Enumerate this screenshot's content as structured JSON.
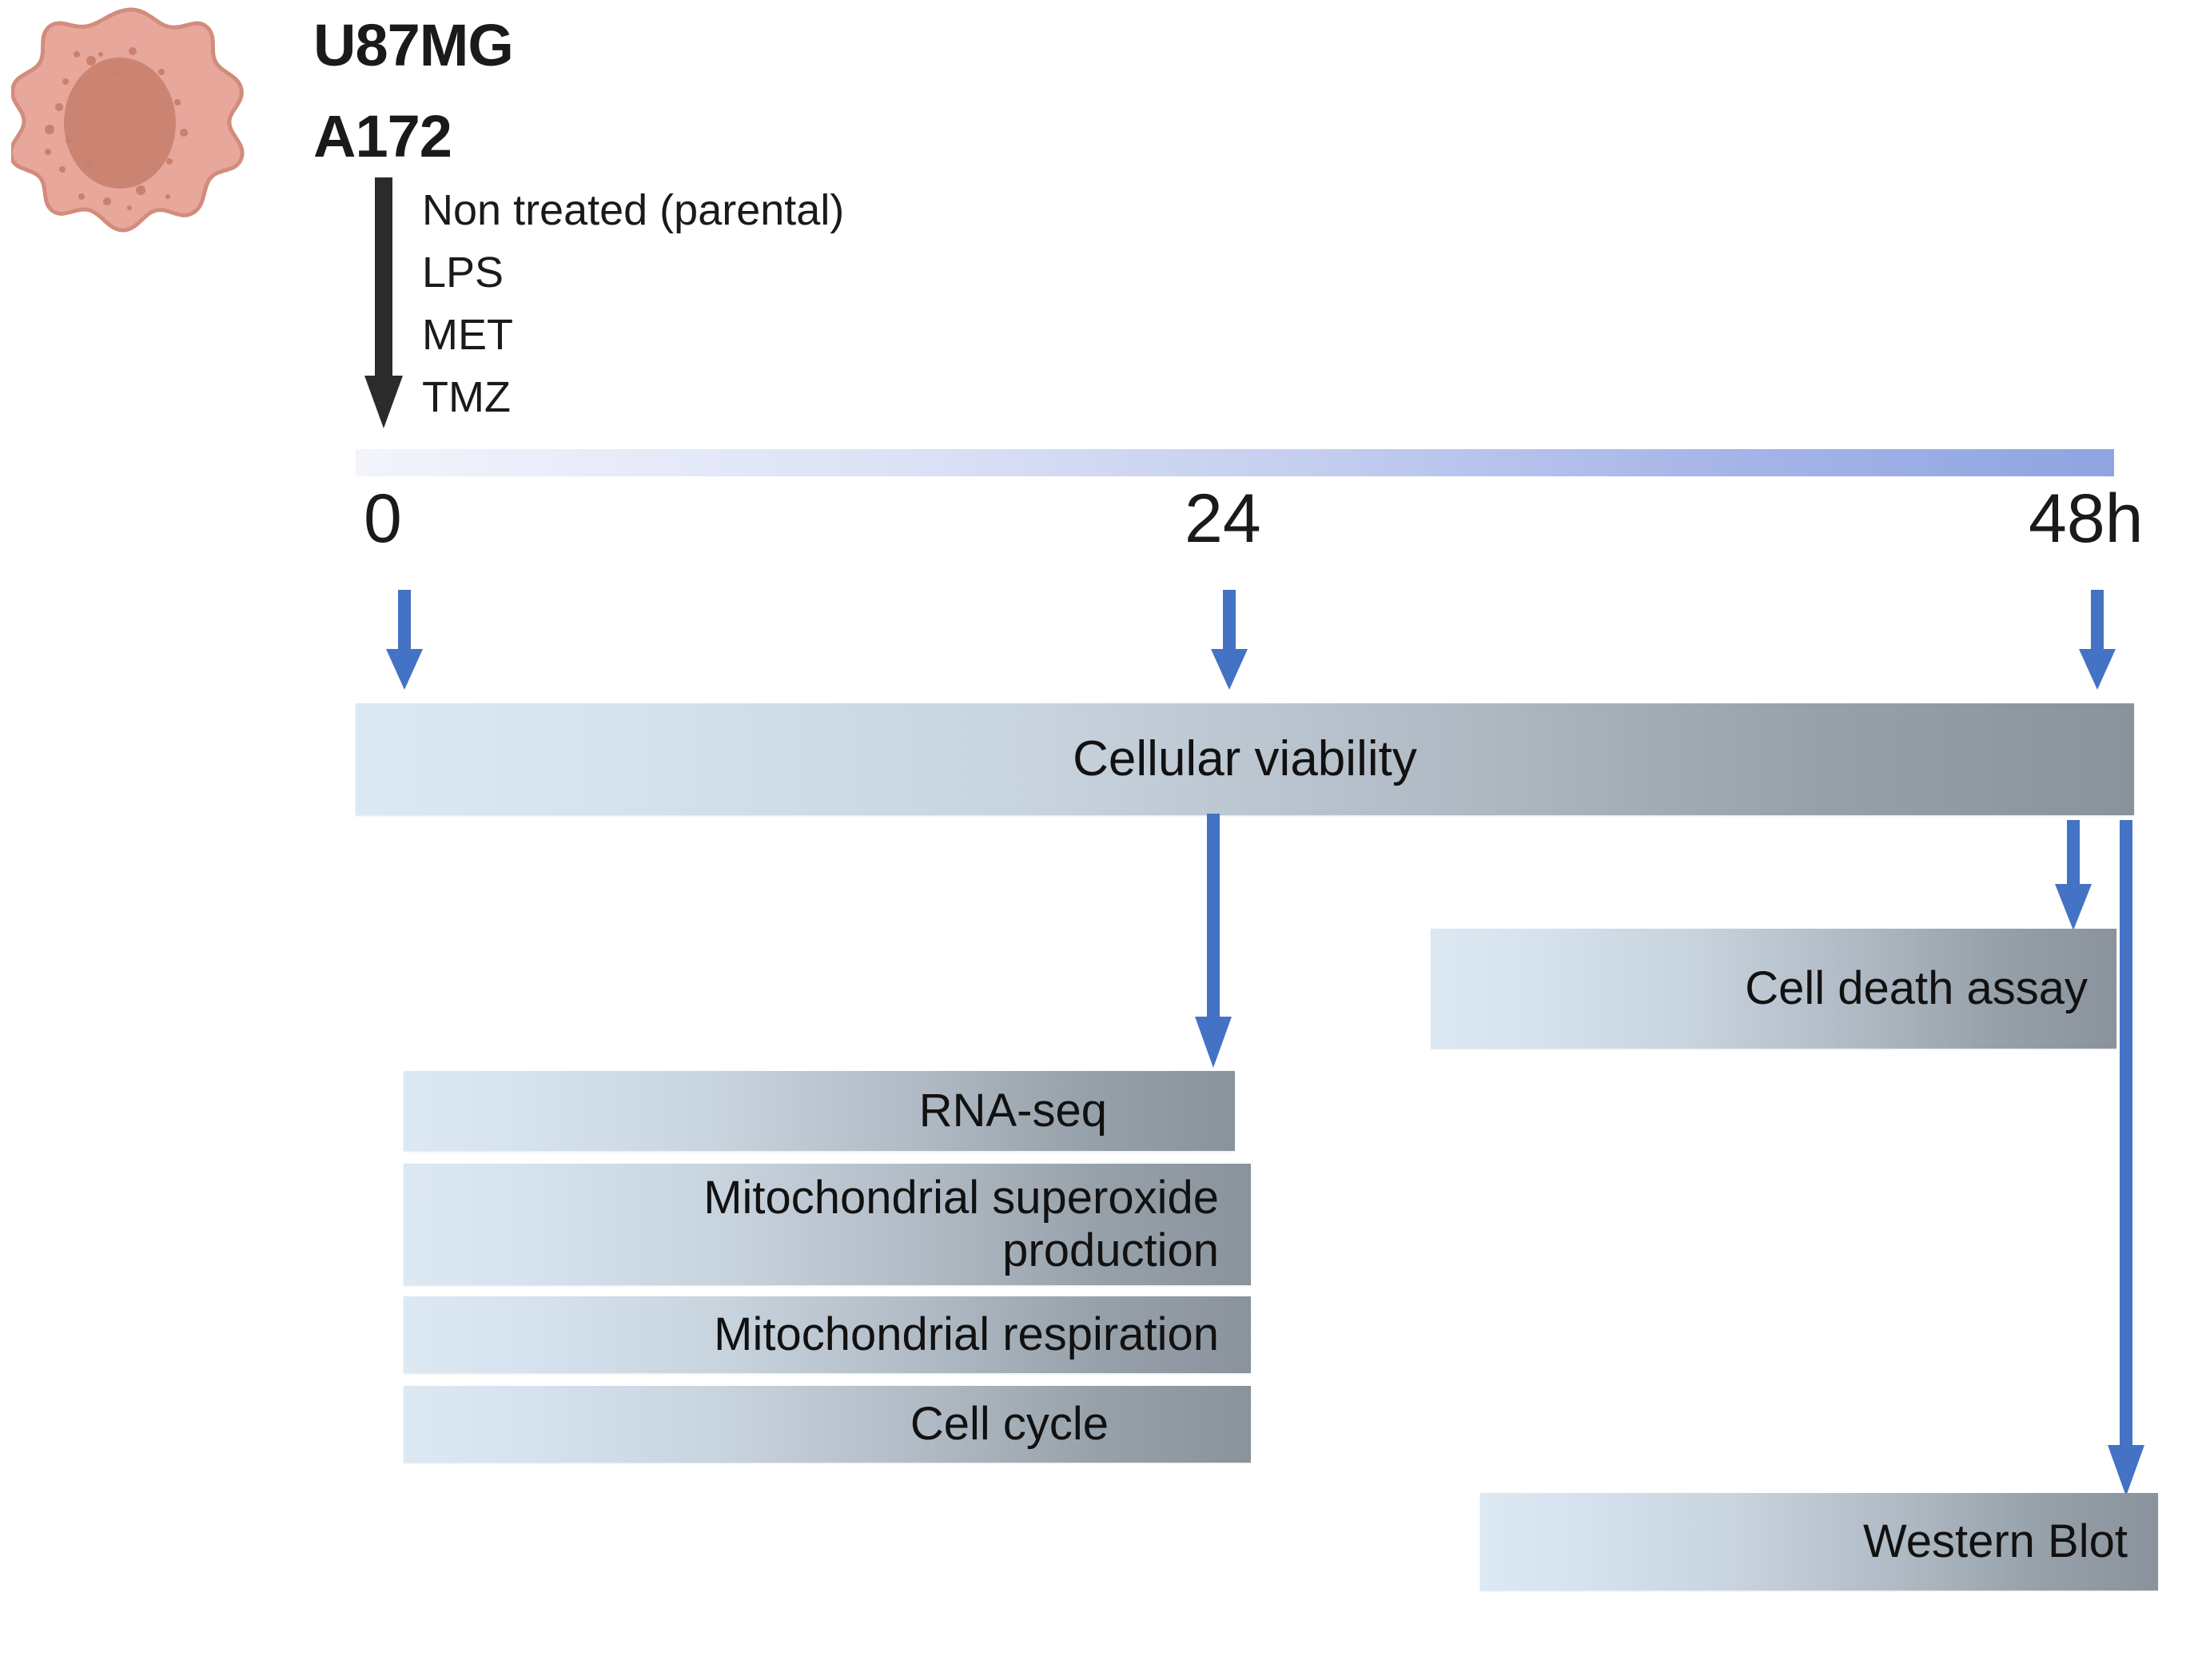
{
  "cell_lines": {
    "line1": "U87MG",
    "line2": "A172"
  },
  "treatments": {
    "items": [
      "Non treated (parental)",
      "LPS",
      "MET",
      "TMZ"
    ]
  },
  "timeline": {
    "ticks": [
      "0",
      "24",
      "48h"
    ],
    "gradient_start_color": "#f3f4fc",
    "gradient_end_color": "#8ea5e1"
  },
  "assays": {
    "cellular_viability": "Cellular viability",
    "rna_seq": "RNA-seq",
    "mitochondrial_superoxide": "Mitochondrial superoxide\nproduction",
    "mitochondrial_respiration": "Mitochondrial respiration",
    "cell_cycle": "Cell cycle",
    "cell_death_assay": "Cell death assay",
    "western_blot": "Western Blot"
  },
  "colors": {
    "arrow_blue": "#4472c4",
    "arrow_black": "#2b2b2b",
    "bar_gradient_light": "#dce8f2",
    "bar_gradient_dark": "#8a939c",
    "cell_body": "#e8a79b",
    "cell_outline": "#d08878",
    "cell_nucleus": "#c57f6c"
  }
}
